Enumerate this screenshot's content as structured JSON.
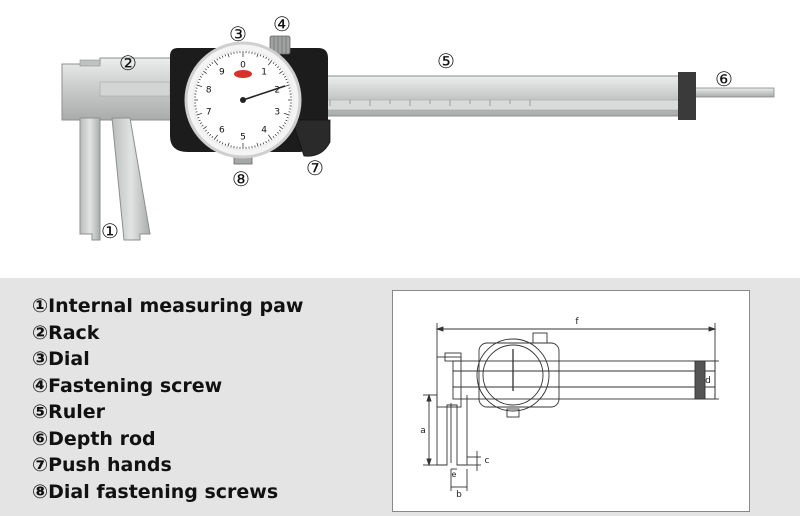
{
  "callouts": {
    "c1": "①",
    "c2": "②",
    "c3": "③",
    "c4": "④",
    "c5": "⑤",
    "c6": "⑥",
    "c7": "⑦",
    "c8": "⑧"
  },
  "legend": [
    "①Internal measuring paw",
    "②Rack",
    "③Dial",
    "④Fastening screw",
    "⑤Ruler",
    "⑥Depth rod",
    "⑦Push hands",
    "⑧Dial fastening screws"
  ],
  "dial": {
    "numbers_outer": [
      "0",
      "1",
      "2",
      "3",
      "4",
      "5",
      "6",
      "7",
      "8",
      "9"
    ]
  },
  "dimensions": {
    "f": "f",
    "d": "d",
    "a": "a",
    "c": "c",
    "e": "e",
    "b": "b"
  },
  "colors": {
    "bottom_panel": "#e4e4e4",
    "caliper_metal": "#c9cbc9",
    "dial_body": "#1a1a1a",
    "dial_face": "#ffffff",
    "needle": "#222222"
  }
}
